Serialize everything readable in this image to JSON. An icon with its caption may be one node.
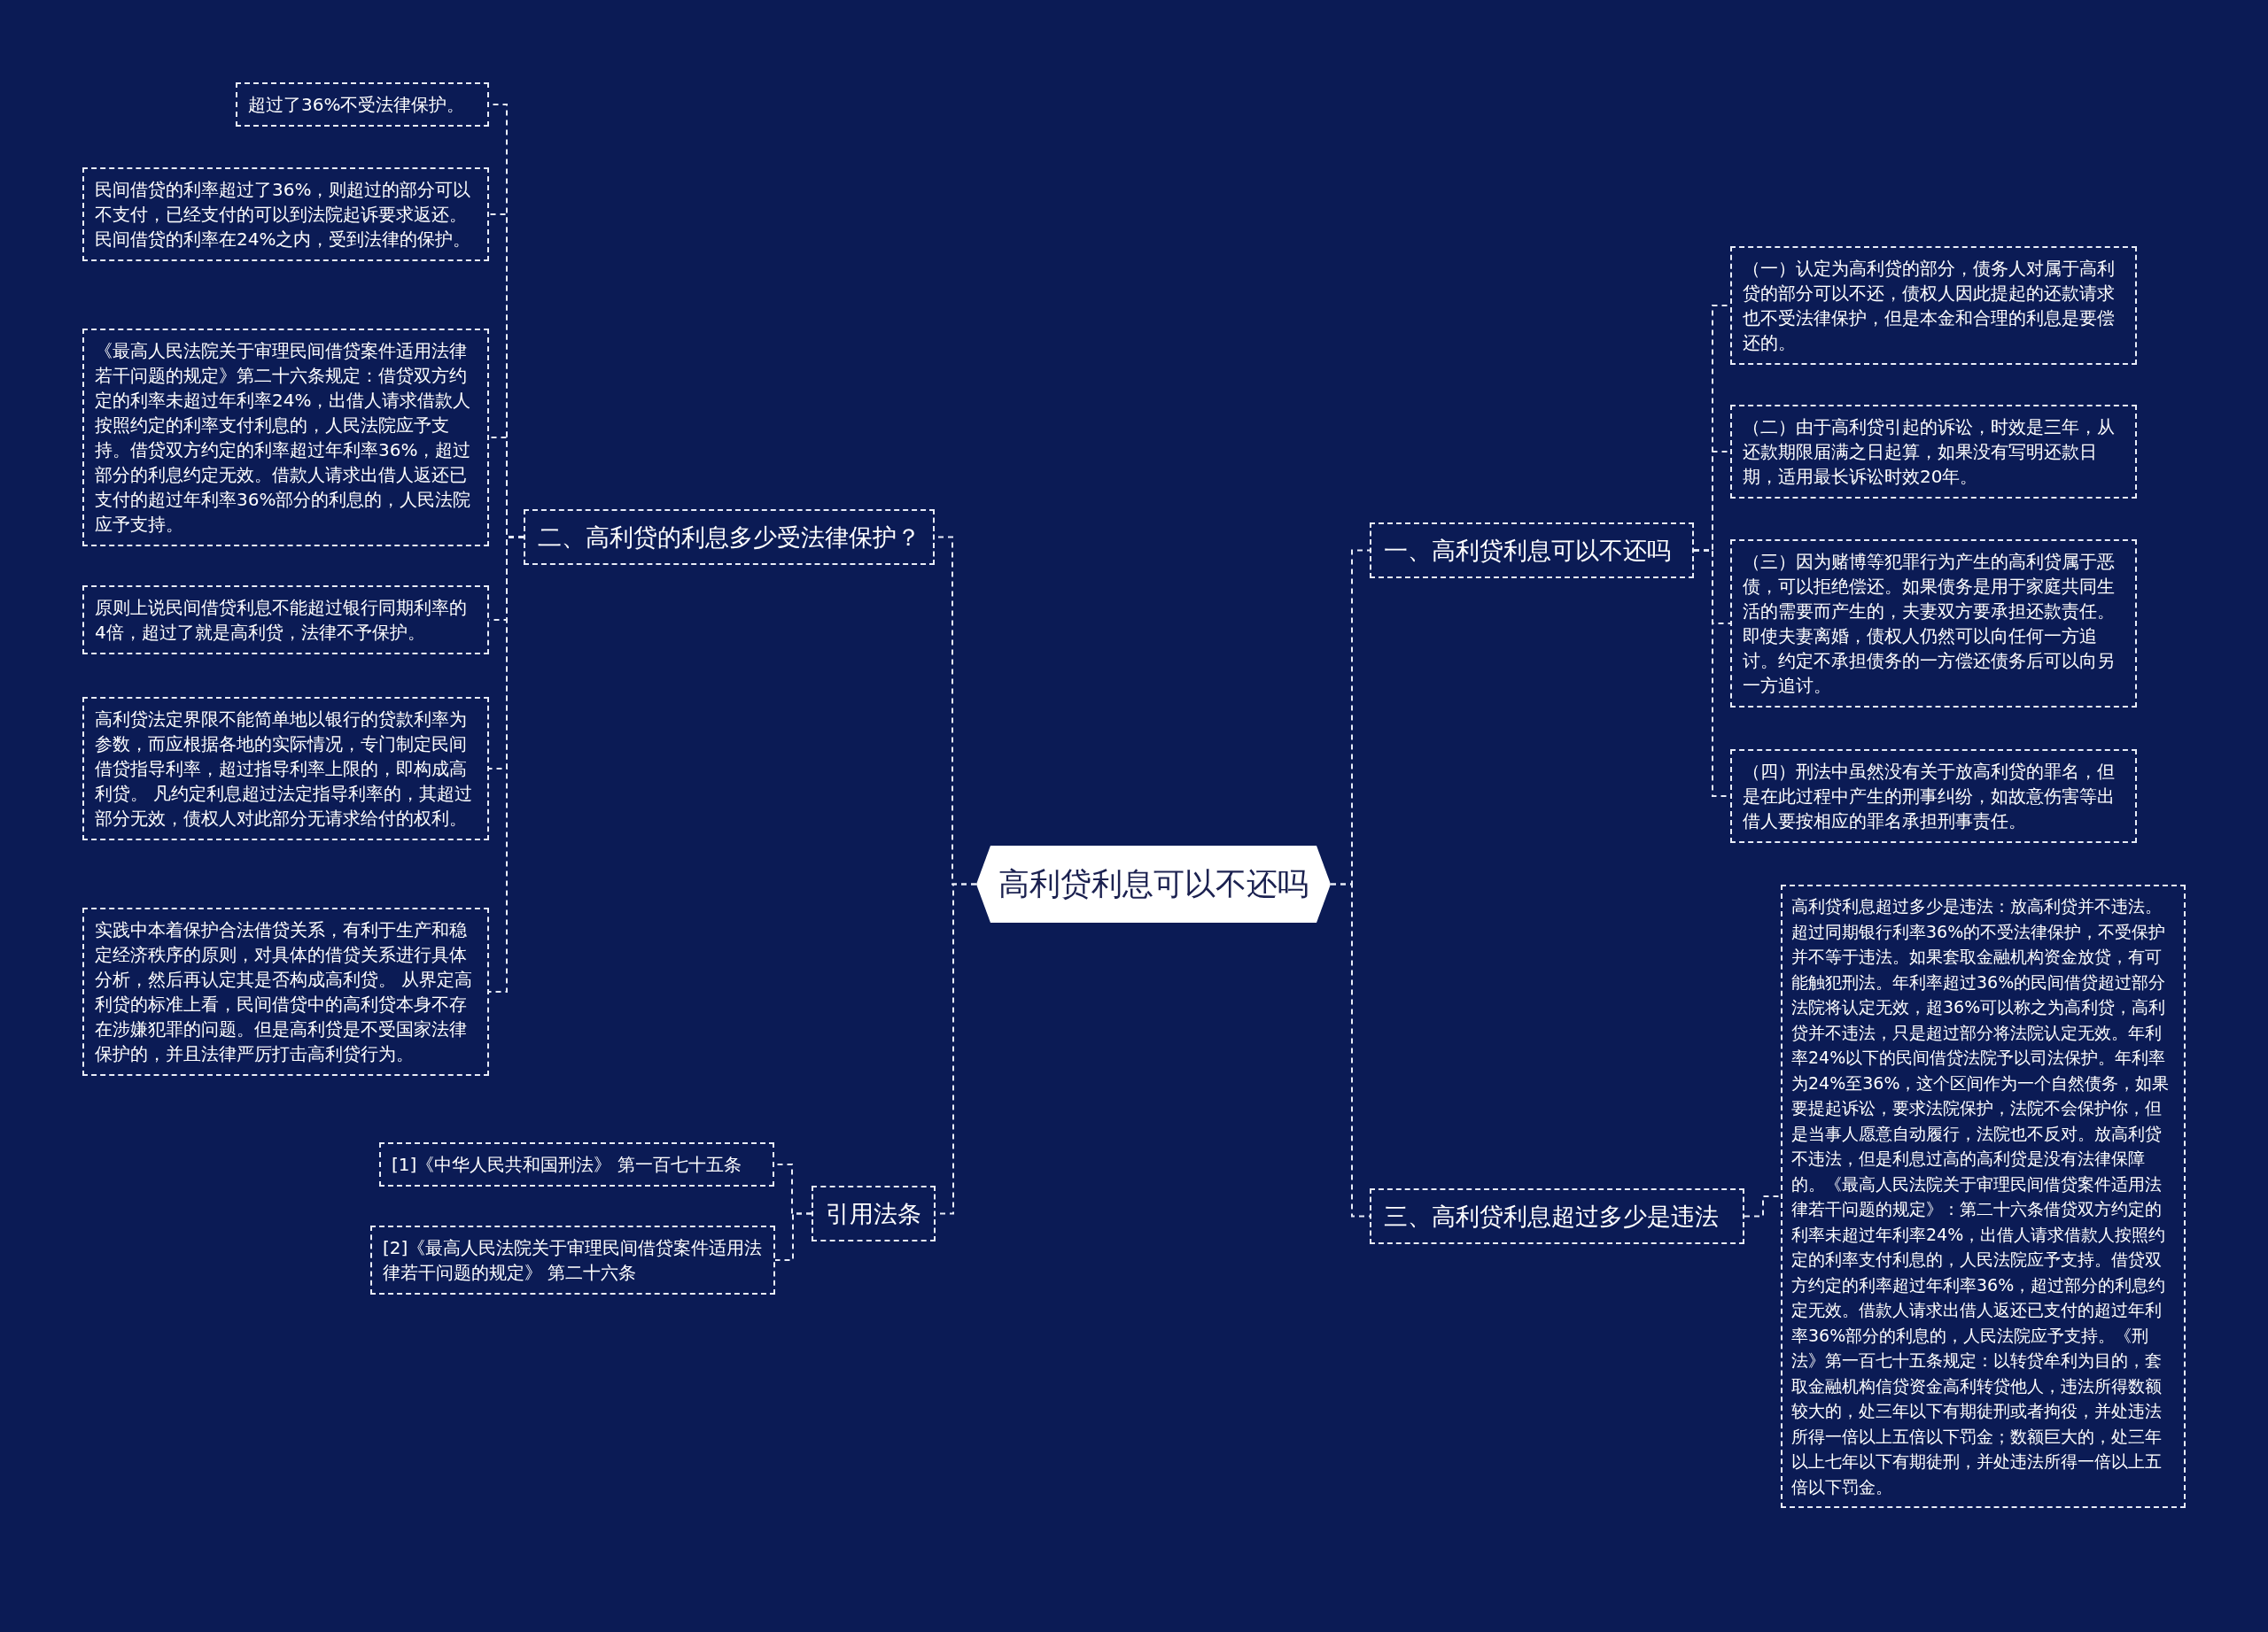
{
  "diagram": {
    "nodes": [
      {
        "text": [
          "高利贷利息可以不还吗"
        ]
      },
      {
        "text": [
          "二、高利贷的利息多少受法律保护？"
        ]
      },
      {
        "text": [
          "超过了36%不受法律保护。"
        ]
      },
      {
        "text": [
          "民间借贷的利率超过了36%，则超过的部分可以不支付，已经支付的可以到法院起诉要求返还。民间借贷的利率在24%之内，受到法律的保护。"
        ]
      },
      {
        "text": [
          "《最高人民法院关于审理民间借贷案件适用法律若干问题的规定》第二十六条规定：借贷双方约定的利率未超过年利率24%，出借人请求借款人按照约定的利率支付利息的，人民法院应予支持。借贷双方约定的利率超过年利率36%，超过部分的利息约定无效。借款人请求出借人返还已支付的超过年利率36%部分的利息的，人民法院应予支持。"
        ]
      },
      {
        "text": [
          "原则上说民间借贷利息不能超过银行同期利率的4倍，超过了就是高利贷，法律不予保护。"
        ]
      },
      {
        "text": [
          "高利贷法定界限不能简单地以银行的贷款利率为参数，而应根据各地的实际情况，专门制定民间借贷指导利率，超过指导利率上限的，即构成高利贷。 凡约定利息超过法定指导利率的，其超过部分无效，债权人对此部分无请求给付的权利。"
        ]
      },
      {
        "text": [
          "实践中本着保护合法借贷关系，有利于生产和稳定经济秩序的原则，对具体的借贷关系进行具体分析，然后再认定其是否构成高利贷。 从界定高利贷的标准上看，民间借贷中的高利贷本身不存在涉嫌犯罪的问题。但是高利贷是不受国家法律保护的，并且法律严厉打击高利贷行为。"
        ]
      },
      {
        "text": [
          "引用法条"
        ]
      },
      {
        "text": [
          "[1]《中华人民共和国刑法》 第一百七十五条"
        ]
      },
      {
        "text": [
          "[2]《最高人民法院关于审理民间借贷案件适用法律若干问题的规定》 第二十六条"
        ]
      },
      {
        "text": [
          "一、高利贷利息可以不还吗"
        ]
      },
      {
        "text": [
          "（一）认定为高利贷的部分，债务人对属于高利贷的部分可以不还，债权人因此提起的还款请求也不受法律保护，但是本金和合理的利息是要偿还的。"
        ]
      },
      {
        "text": [
          "（二）由于高利贷引起的诉讼，时效是三年，从还款期限届满之日起算，如果没有写明还款日期，适用最长诉讼时效20年。"
        ]
      },
      {
        "text": [
          "（三）因为赌博等犯罪行为产生的高利贷属于恶债，可以拒绝偿还。如果债务是用于家庭共同生活的需要而产生的，夫妻双方要承担还款责任。即使夫妻离婚，债权人仍然可以向任何一方追讨。约定不承担债务的一方偿还债务后可以向另一方追讨。"
        ]
      },
      {
        "text": [
          "（四）刑法中虽然没有关于放高利贷的罪名，但是在此过程中产生的刑事纠纷，如故意伤害等出借人要按相应的罪名承担刑事责任。"
        ]
      },
      {
        "text": [
          "三、高利贷利息超过多少是违法"
        ]
      },
      {
        "text": [
          "高利贷利息超过多少是违法：放高利贷并不违法。超过同期银行利率36%的不受法律保护，不受保护并不等于违法。如果套取金融机构资金放贷，有可能触犯刑法。年利率超过36%的民间借贷超过部分法院将认定无效，超36%可以称之为高利贷，高利贷并不违法，只是超过部分将法院认定无效。年利率24%以下的民间借贷法院予以司法保护。年利率为24%至36%，这个区间作为一个自然债务，如果要提起诉讼，要求法院保护，法院不会保护你，但是当事人愿意自动履行，法院也不反对。放高利贷不违法，但是利息过高的高利贷是没有法律保障的。《最高人民法院关于审理民间借贷案件适用法律若干问题的规定》：第二十六条借贷双方约定的利率未超过年利率24%，出借人请求借款人按照约定的利率支付利息的，人民法院应予支持。借贷双方约定的利率超过年利率36%，超过部分的利息约定无效。借款人请求出借人返还已支付的超过年利率36%部分的利息的，人民法院应予支持。《刑法》第一百七十五条规定：以转贷牟利为目的，套取金融机构信贷资金高利转贷他人，违法所得数额较大的，处三年以下有期徒刑或者拘役，并处违法所得一倍以上五倍以下罚金；数额巨大的，处三年以上七年以下有期徒刑，并处违法所得一倍以上五倍以下罚金。"
        ]
      }
    ],
    "edges": [
      {
        "from": 0,
        "to": 1,
        "arrow": "none"
      },
      {
        "from": 1,
        "to": 2,
        "arrow": "none"
      },
      {
        "from": 1,
        "to": 3,
        "arrow": "none"
      },
      {
        "from": 1,
        "to": 4,
        "arrow": "none"
      },
      {
        "from": 1,
        "to": 5,
        "arrow": "none"
      },
      {
        "from": 1,
        "to": 6,
        "arrow": "none"
      },
      {
        "from": 1,
        "to": 7,
        "arrow": "none"
      },
      {
        "from": 0,
        "to": 8,
        "arrow": "none"
      },
      {
        "from": 8,
        "to": 9,
        "arrow": "none"
      },
      {
        "from": 8,
        "to": 10,
        "arrow": "none"
      },
      {
        "from": 0,
        "to": 11,
        "arrow": "none"
      },
      {
        "from": 11,
        "to": 12,
        "arrow": "none"
      },
      {
        "from": 11,
        "to": 13,
        "arrow": "none"
      },
      {
        "from": 11,
        "to": 14,
        "arrow": "none"
      },
      {
        "from": 11,
        "to": 15,
        "arrow": "none"
      },
      {
        "from": 0,
        "to": 16,
        "arrow": "none"
      },
      {
        "from": 16,
        "to": 17,
        "arrow": "none"
      }
    ]
  }
}
